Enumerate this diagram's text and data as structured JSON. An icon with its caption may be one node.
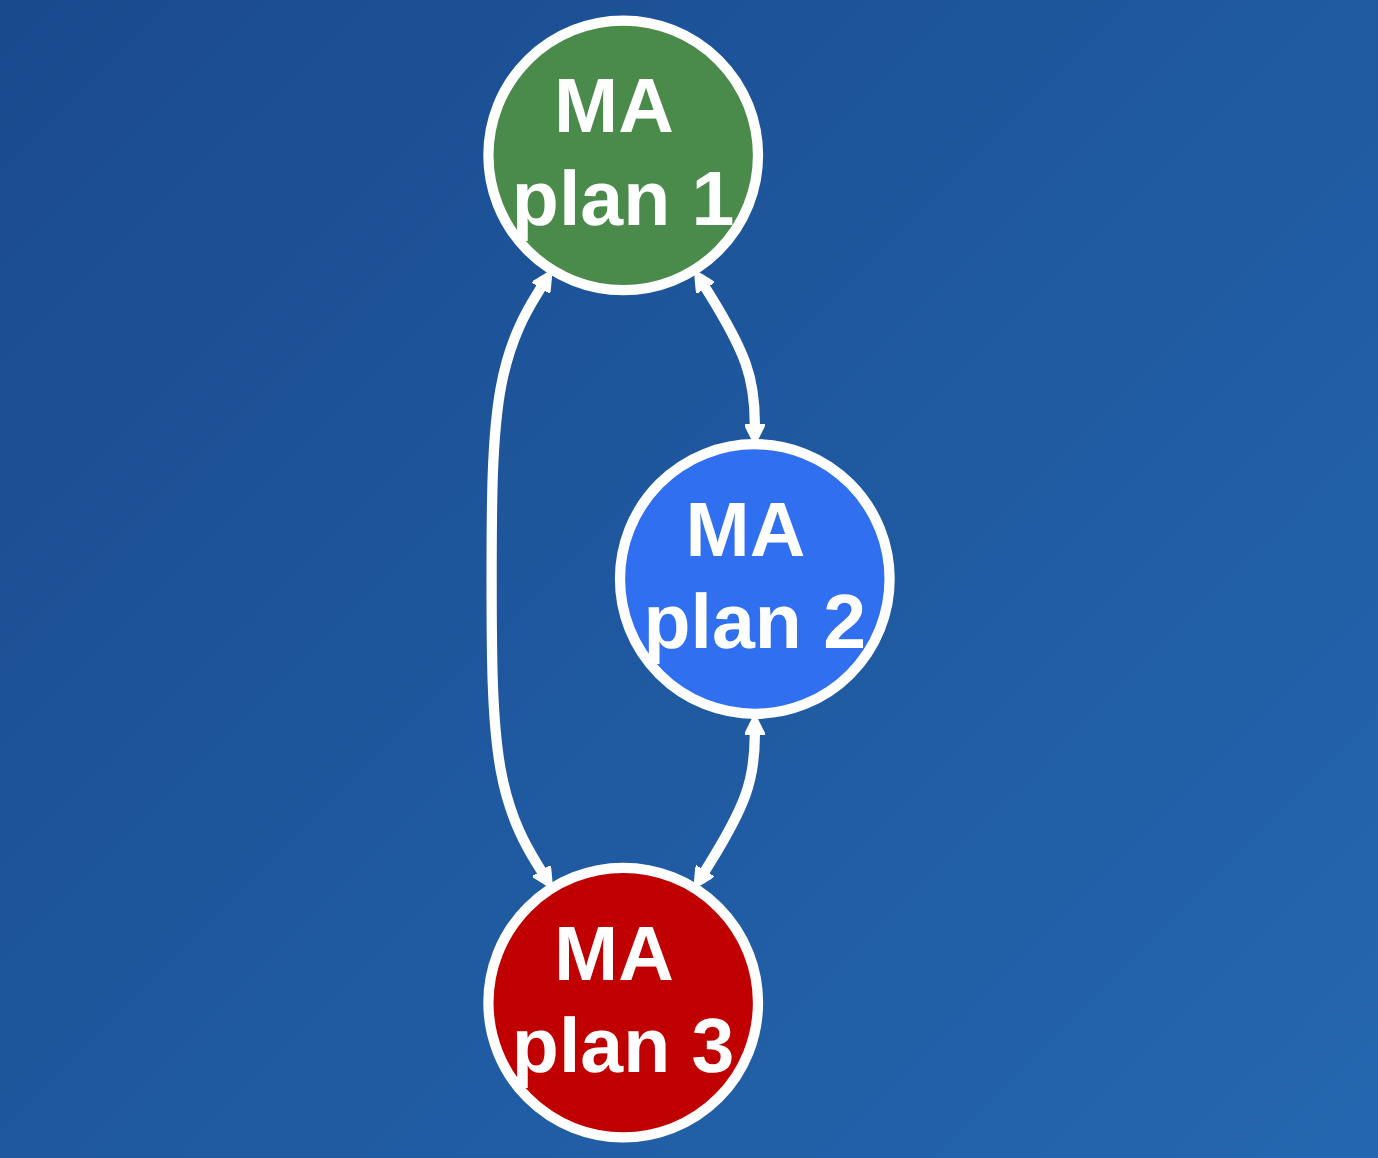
{
  "diagram": {
    "nodes": [
      {
        "text": [
          "MA plan 1"
        ]
      },
      {
        "text": [
          "MA plan 2"
        ]
      },
      {
        "text": [
          "MA plan 3"
        ]
      }
    ],
    "edges": [
      {
        "from": 0,
        "to": 1,
        "arrow": "both"
      },
      {
        "from": 0,
        "to": 2,
        "arrow": "both"
      },
      {
        "from": 1,
        "to": 2,
        "arrow": "both"
      }
    ]
  }
}
